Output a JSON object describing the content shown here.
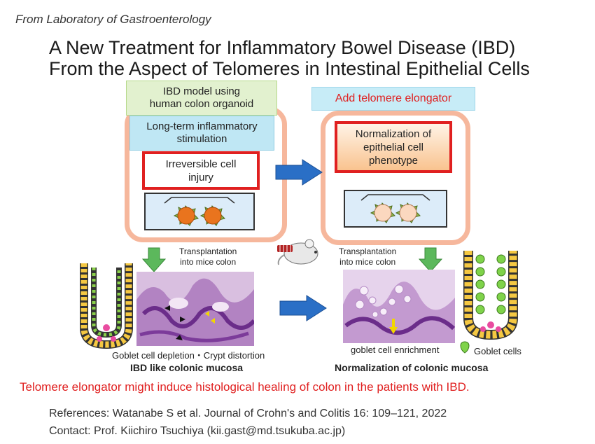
{
  "header": {
    "lab": "From Laboratory of Gastroenterology",
    "title_line1": "A New Treatment for Inflammatory Bowel Disease (IBD)",
    "title_line2": "From the Aspect of Telomeres in Intestinal Epithelial Cells"
  },
  "left_panel": {
    "model_line1": "IBD model using",
    "model_line2": "human colon organoid",
    "stim_line1": "Long-term inflammatory",
    "stim_line2": "stimulation",
    "injury_line1": "Irreversible cell",
    "injury_line2": "injury",
    "transplant_line1": "Transplantation",
    "transplant_line2": "into  mice colon",
    "caption": "Goblet cell depletion・Crypt distortion",
    "heading": "IBD like colonic mucosa"
  },
  "right_panel": {
    "add_label": "Add telomere elongator",
    "norm_line1": "Normalization of",
    "norm_line2": "epithelial cell",
    "norm_line3": "phenotype",
    "transplant_line1": "Transplantation",
    "transplant_line2": "into  mice colon",
    "caption": "goblet cell enrichment",
    "legend": "Goblet cells",
    "heading": "Normalization of colonic mucosa"
  },
  "conclusion": "Telomere elongator might induce histological healing of colon in the patients with IBD.",
  "footer": {
    "reference": "References: Watanabe S et al. Journal of Crohn's and Colitis 16: 109–121, 2022",
    "contact": "Contact: Prof. Kiichiro Tsuchiya (kii.gast@md.tsukuba.ac.jp)"
  },
  "colors": {
    "accent_red": "#e02020",
    "frame_orange": "#f6b79c",
    "arrow_blue": "#2a6fc6",
    "arrow_green": "#5cb85c"
  }
}
